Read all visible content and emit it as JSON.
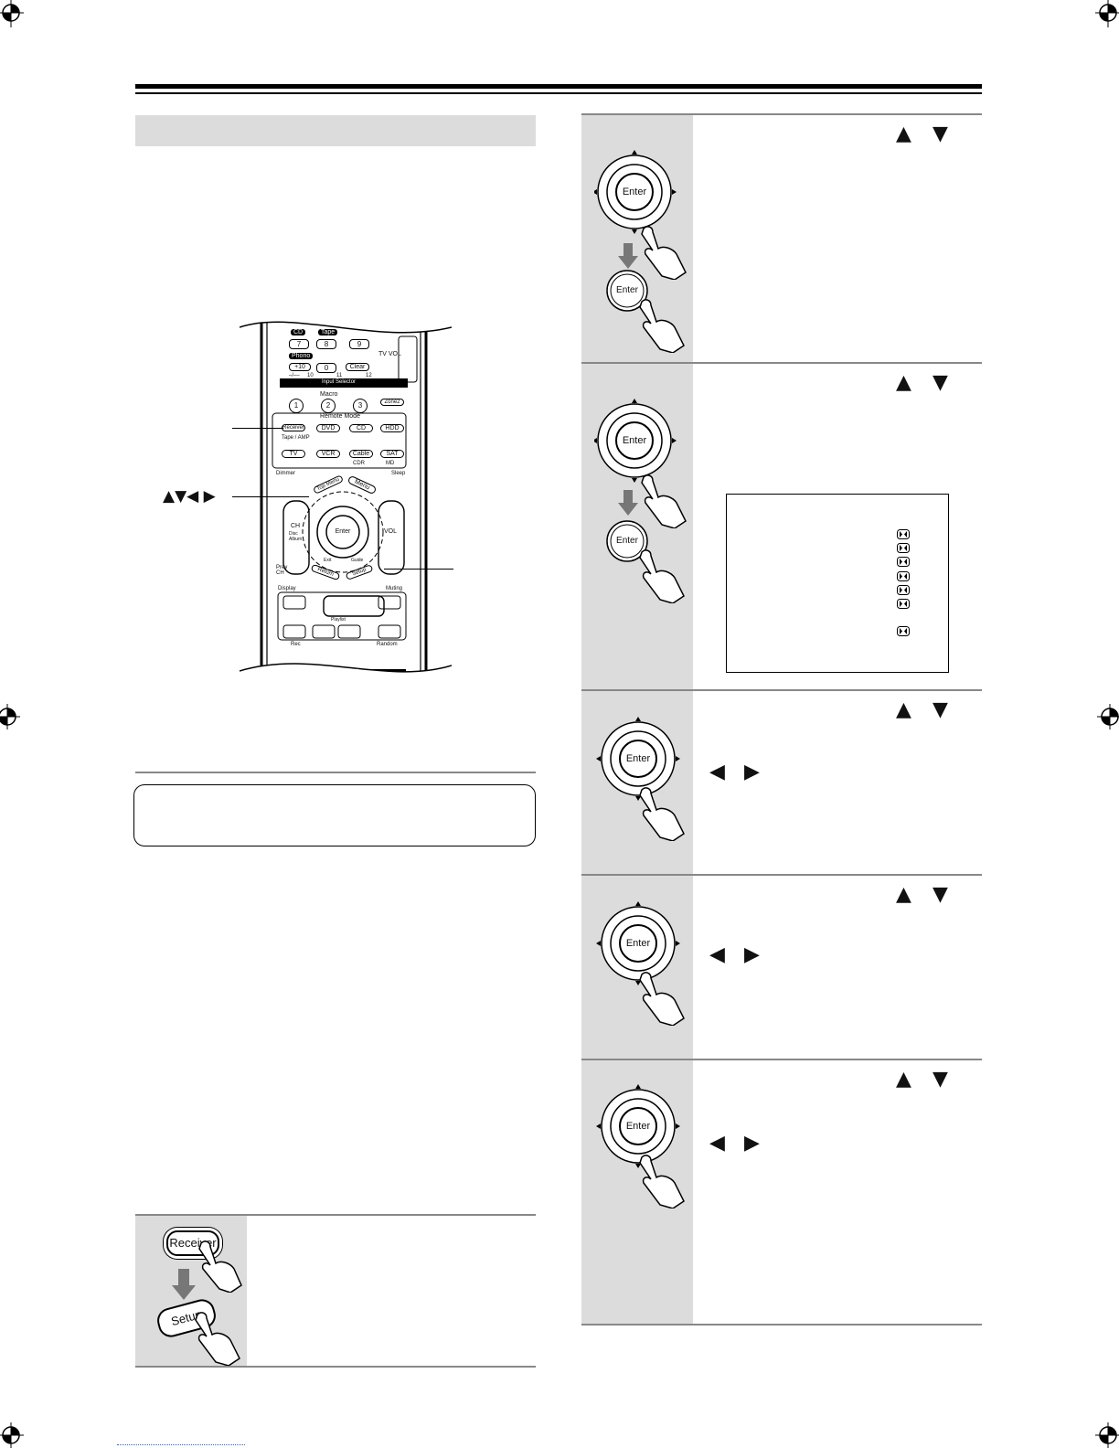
{
  "remote": {
    "direction_keys_label": "▲▼◀ ▶",
    "macro_heading": "Macro",
    "remote_mode_heading": "Remote Mode",
    "input_selector_heading": "Input Selector",
    "tv_vol_label": "TV VOL",
    "mode_heading": "Mode",
    "input_buttons": [
      {
        "top": "CD",
        "label": "7"
      },
      {
        "top": "Tape",
        "label": "8"
      },
      {
        "top": "",
        "label": "9"
      },
      {
        "top": "Phono",
        "label": "+10"
      },
      {
        "top": "",
        "label": "0"
      },
      {
        "top": "",
        "label": "Clear"
      }
    ],
    "input_sublabels": [
      "–/––",
      "10",
      "11",
      "12"
    ],
    "macro_buttons": [
      "1",
      "2",
      "3"
    ],
    "zone_button": "Zone2",
    "mode_buttons_row1": [
      "Receiver",
      "DVD",
      "CD",
      "HDD"
    ],
    "mode_buttons_row2": [
      "TV",
      "VCR",
      "Cable",
      "SAT"
    ],
    "mode_sublabels": [
      "Tape / AMP",
      "CDR",
      "MD"
    ],
    "dimmer_label": "Dimmer",
    "sleep_label": "Sleep",
    "top_menu_label": "Top Menu",
    "menu_label": "Menu",
    "ch_label": "CH",
    "disc_label": "Disc",
    "album_label": "Album",
    "vol_label": "VOL",
    "enter_label": "Enter",
    "exit_label": "Exit",
    "guide_label": "Guide",
    "prev_ch_label": "Prev CH",
    "return_label": "Return",
    "setup_label": "Setup",
    "display_label": "Display",
    "muting_label": "Muting",
    "playlist_label": "Playlist",
    "rec_label": "Rec",
    "random_label": "Random"
  },
  "steps": {
    "enter_label": "Enter",
    "receiver_label": "Receiver",
    "setup_label": "Setup"
  },
  "colors": {
    "panel_shade": "#dcdcdc",
    "rule": "#222222",
    "arrow_gray": "#777777"
  }
}
